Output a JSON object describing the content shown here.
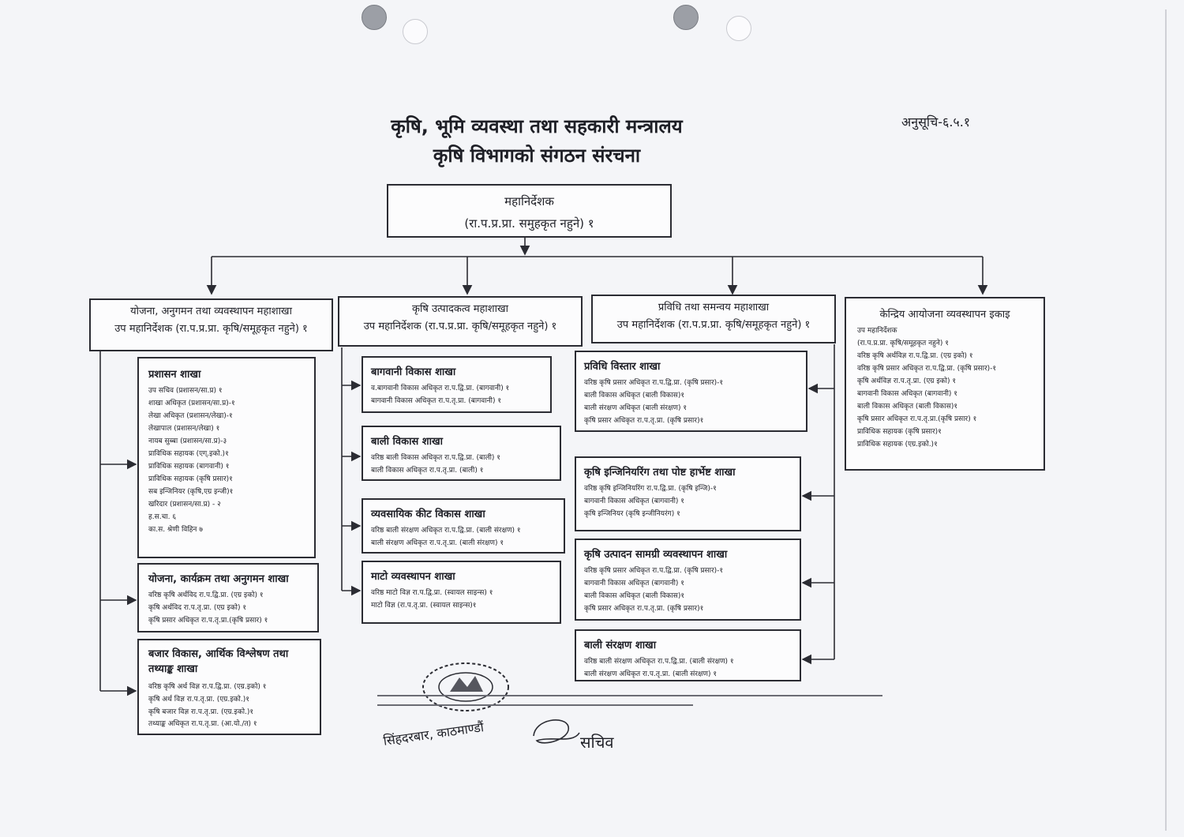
{
  "title": {
    "line1": "कृषि, भूमि व्यवस्था तथा सहकारी मन्त्रालय",
    "line2": "कृषि विभागको संगठन संरचना"
  },
  "annex": "अनुसूचि-६.५.१",
  "director_general": {
    "title": "महानिर्देशक",
    "subtitle": "(रा.प.प्र.प्रा. समुहकृत नहुने) १"
  },
  "divisions": [
    {
      "name": "योजना, अनुगमन तथा व्यवस्थापन महाशाखा",
      "head": "उप महानिर्देशक (रा.प.प्र.प्रा. कृषि/समूहकृत नहुने) १",
      "sections": [
        {
          "name": "प्रशासन शाखा",
          "lines": [
            "उप सचिव (प्रशासन/सा.प्र) १",
            "शाखा अधिकृत (प्रशासन/सा.प्र)-१",
            "लेखा अधिकृत (प्रशासन/लेखा)-१",
            "लेखापाल (प्रशासन/लेखा) १",
            "नायब सुब्बा (प्रशासन/सा.प्र)-३",
            "प्राविधिक सहायक (एग्.इको.)१",
            "प्राविधिक सहायक (बागवानी) १",
            "प्राविधिक सहायक (कृषि प्रसार)१",
            "सब इन्जिनियर (कृषि,एग्र इन्जी)१",
            "खरिदार (प्रशासन/सा.प्र) - २",
            "ह.स.चा. ६",
            "का.स. श्रेणी विहिन ७"
          ]
        },
        {
          "name": "योजना, कार्यक्रम तथा अनुगमन शाखा",
          "lines": [
            "वरिष्ठ कृषि अर्थविद रा.प.द्वि.प्रा. (एग्र इको) १",
            "कृषि अर्थविद रा.प.तृ.प्रा. (एग्र इको) १",
            "कृषि प्रसार अधिकृत रा.प.तृ.प्रा.(कृषि प्रसार) १"
          ]
        },
        {
          "name": "बजार विकास, आर्थिक विश्लेषण तथा तथ्याङ्क शाखा",
          "lines": [
            "वरिष्ठ कृषि अर्थ विज्ञ रा.प.द्वि.प्रा. (एग्र.इको) १",
            "कृषि अर्थ विज्ञ रा.प.तृ.प्रा. (एग्र.इको.)१",
            "कृषि बजार विज्ञ रा.प.तृ.प्रा. (एग्र.इको.)१",
            "तथ्याङ्क अधिकृत रा.प.तृ.प्रा. (आ.यो./त) १"
          ]
        }
      ]
    },
    {
      "name": "कृषि उत्पादकत्व महाशाखा",
      "head": "उप महानिर्देशक (रा.प.प्र.प्रा. कृषि/समूहकृत नहुने) १",
      "sections": [
        {
          "name": "बागवानी विकास शाखा",
          "lines": [
            "व.बागवानी विकास अधिकृत रा.प.द्वि.प्रा. (बागवानी) १",
            "बागवानी विकास अधिकृत रा.प.तृ.प्रा. (बागवानी) १"
          ]
        },
        {
          "name": "बाली विकास शाखा",
          "lines": [
            "वरिष्ठ बाली विकास अधिकृत रा.प.द्वि.प्रा. (बाली) १",
            "बाली विकास अधिकृत रा.प.तृ.प्रा. (बाली) १"
          ]
        },
        {
          "name": "व्यवसायिक कीट विकास शाखा",
          "lines": [
            "वरिष्ठ बाली संरक्षण अधिकृत रा.प.द्वि.प्रा. (बाली संरक्षण) १",
            "बाली संरक्षण अधिकृत रा.प.तृ.प्रा. (बाली संरक्षण) १"
          ]
        },
        {
          "name": "माटो व्यवस्थापन शाखा",
          "lines": [
            "वरिष्ठ माटो विज्ञ रा.प.द्वि.प्रा. (स्वायल साइन्स) १",
            "माटो विज्ञ (रा.प.तृ.प्रा. (स्वायल साइन्स)१"
          ]
        }
      ]
    },
    {
      "name": "प्रविधि तथा समन्वय महाशाखा",
      "head": "उप महानिर्देशक (रा.प.प्र.प्रा. कृषि/समूहकृत नहुने) १",
      "sections": [
        {
          "name": "प्रविधि विस्तार शाखा",
          "lines": [
            "वरिष्ठ कृषि प्रसार अधिकृत रा.प.द्वि.प्रा. (कृषि प्रसार)-१",
            "बाली विकास अधिकृत (बाली विकास)१",
            "बाली संरक्षण अधिकृत (बाली संरक्षण) १",
            "कृषि प्रसार अधिकृत रा.प.तृ.प्रा. (कृषि प्रसार)१"
          ]
        },
        {
          "name": "कृषि इन्जिनियरिंग तथा पोष्ट हार्भेष्ट शाखा",
          "lines": [
            "वरिष्ठ कृषि इन्जिनियरिंग रा.प.द्वि.प्रा. (कृषि इन्जि)-१",
            "बागवानी विकास अधिकृत (बागवानी) १",
            "कृषि इन्जिनियर (कृषि इन्जीनियरंग) १"
          ]
        },
        {
          "name": "कृषि उत्पादन सामग्री व्यवस्थापन शाखा",
          "lines": [
            "वरिष्ठ कृषि प्रसार अधिकृत रा.प.द्वि.प्रा. (कृषि प्रसार)-१",
            "बागवानी विकास अधिकृत (बागवानी) १",
            "बाली विकास अधिकृत (बाली विकास)१",
            "कृषि प्रसार अधिकृत रा.प.तृ.प्रा. (कृषि प्रसार)१"
          ]
        },
        {
          "name": "बाली संरक्षण शाखा",
          "lines": [
            "वरिष्ठ बाली संरक्षण अधिकृत रा.प.द्वि.प्रा. (बाली संरक्षण) १",
            "बाली संरक्षण अधिकृत रा.प.तृ.प्रा. (बाली संरक्षण) १"
          ]
        }
      ]
    },
    {
      "name": "केन्द्रिय आयोजना व्यवस्थापन इकाइ",
      "head": "उप महानिर्देशक",
      "lines": [
        "(रा.प.प्र.प्रा. कृषि/समूहकृत नहुने) १",
        "वरिष्ठ कृषि अर्थविज्ञ रा.प.द्वि.प्रा. (एग्र इको) १",
        "वरिष्ठ कृषि प्रसार अधिकृत रा.प.द्वि.प्रा. (कृषि प्रसार)-१",
        "कृषि अर्थविज्ञ रा.प.तृ.प्रा. (एग्र इको) १",
        "बागवानी विकास अधिकृत (बागवानी) १",
        "बाली विकास अधिकृत (बाली विकास)१",
        "कृषि प्रसार अधिकृत रा.प.तृ.प्रा.(कृषि प्रसार) १",
        "प्राविधिक सहायक (कृषि प्रसार)१",
        "प्राविधिक सहायक (एग्र.इको.)१"
      ]
    }
  ],
  "footer": {
    "seal_text": "सिंहदरबार, काठमाण्डौं",
    "signatory": "सचिव"
  },
  "colors": {
    "ink": "#1e1f26",
    "paper": "#f4f5f8",
    "punch": "#9c9fa6"
  }
}
